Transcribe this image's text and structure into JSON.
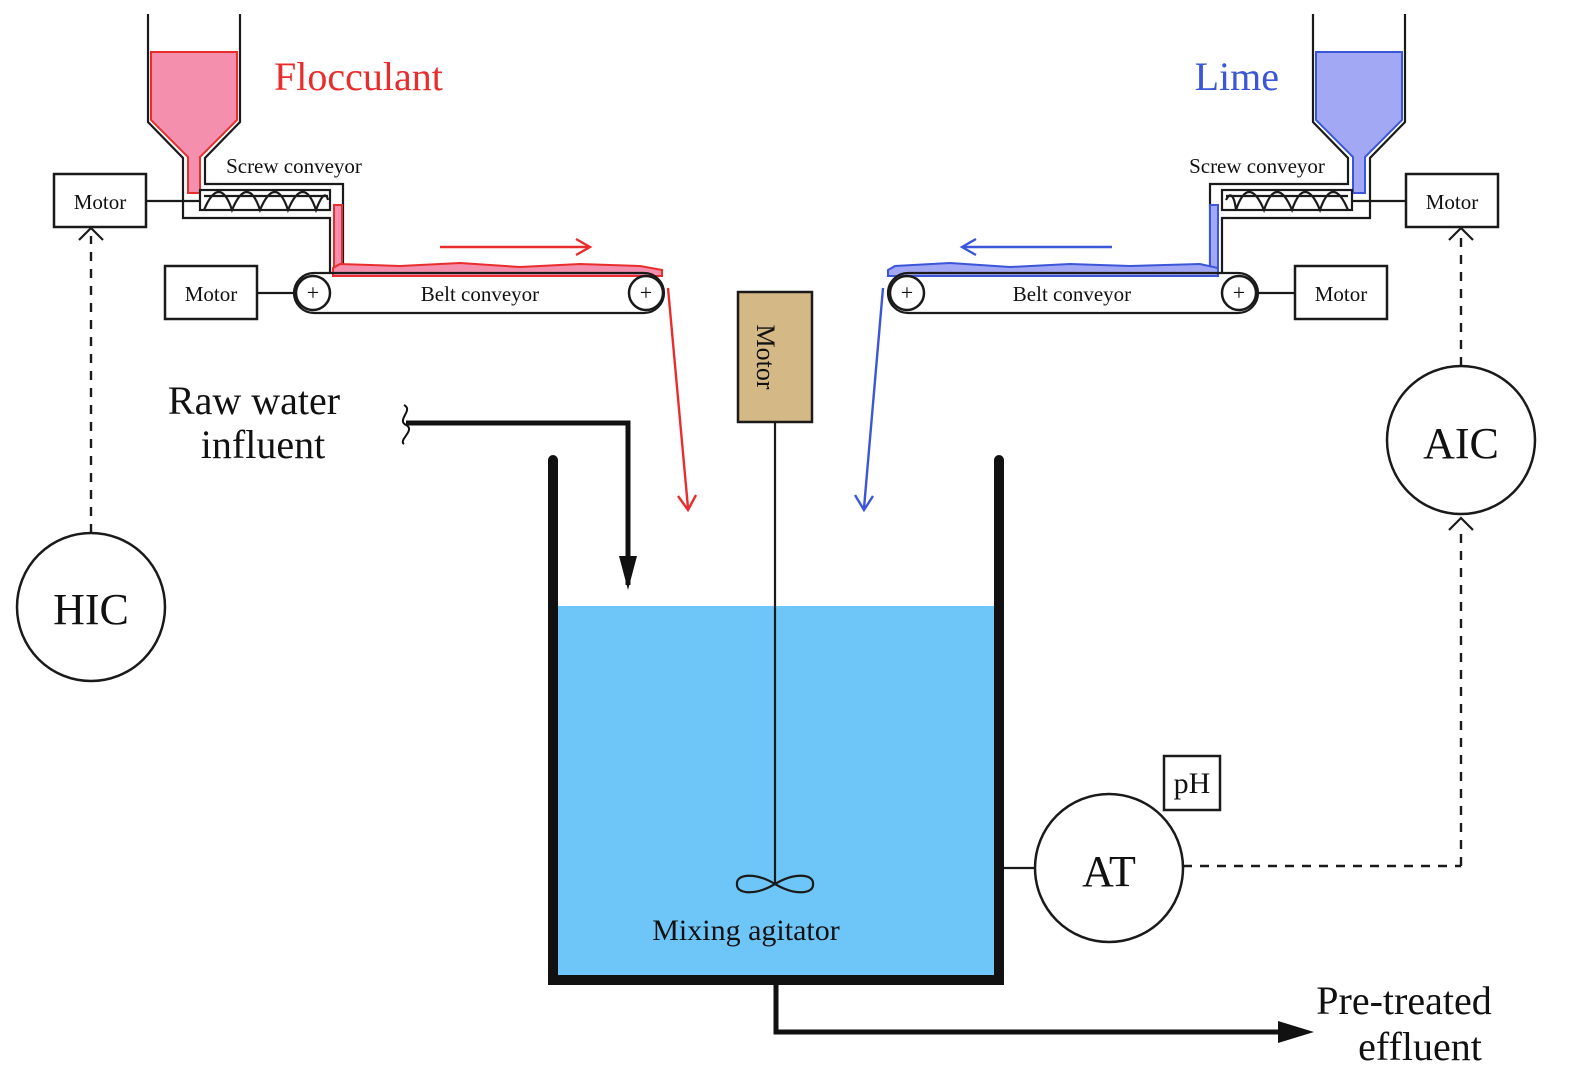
{
  "materials": {
    "flocculant": {
      "label": "Flocculant",
      "color": "#e82d2d",
      "fill": "#f58fae"
    },
    "lime": {
      "label": "Lime",
      "color": "#3b56d6",
      "fill": "#a3a8f5"
    }
  },
  "conveyors": {
    "screw_label": "Screw conveyor",
    "belt_label": "Belt conveyor",
    "motor_label": "Motor"
  },
  "tank": {
    "water_color": "#6ec6f8",
    "agitator_motor_label": "Motor",
    "agitator_motor_color": "#d4b886",
    "agitator_label": "Mixing agitator"
  },
  "streams": {
    "influent_line1": "Raw water",
    "influent_line2": "influent",
    "effluent_line1": "Pre-treated",
    "effluent_line2": "effluent"
  },
  "instruments": {
    "hic": "HIC",
    "aic": "AIC",
    "at": "AT",
    "ph": "pH"
  }
}
